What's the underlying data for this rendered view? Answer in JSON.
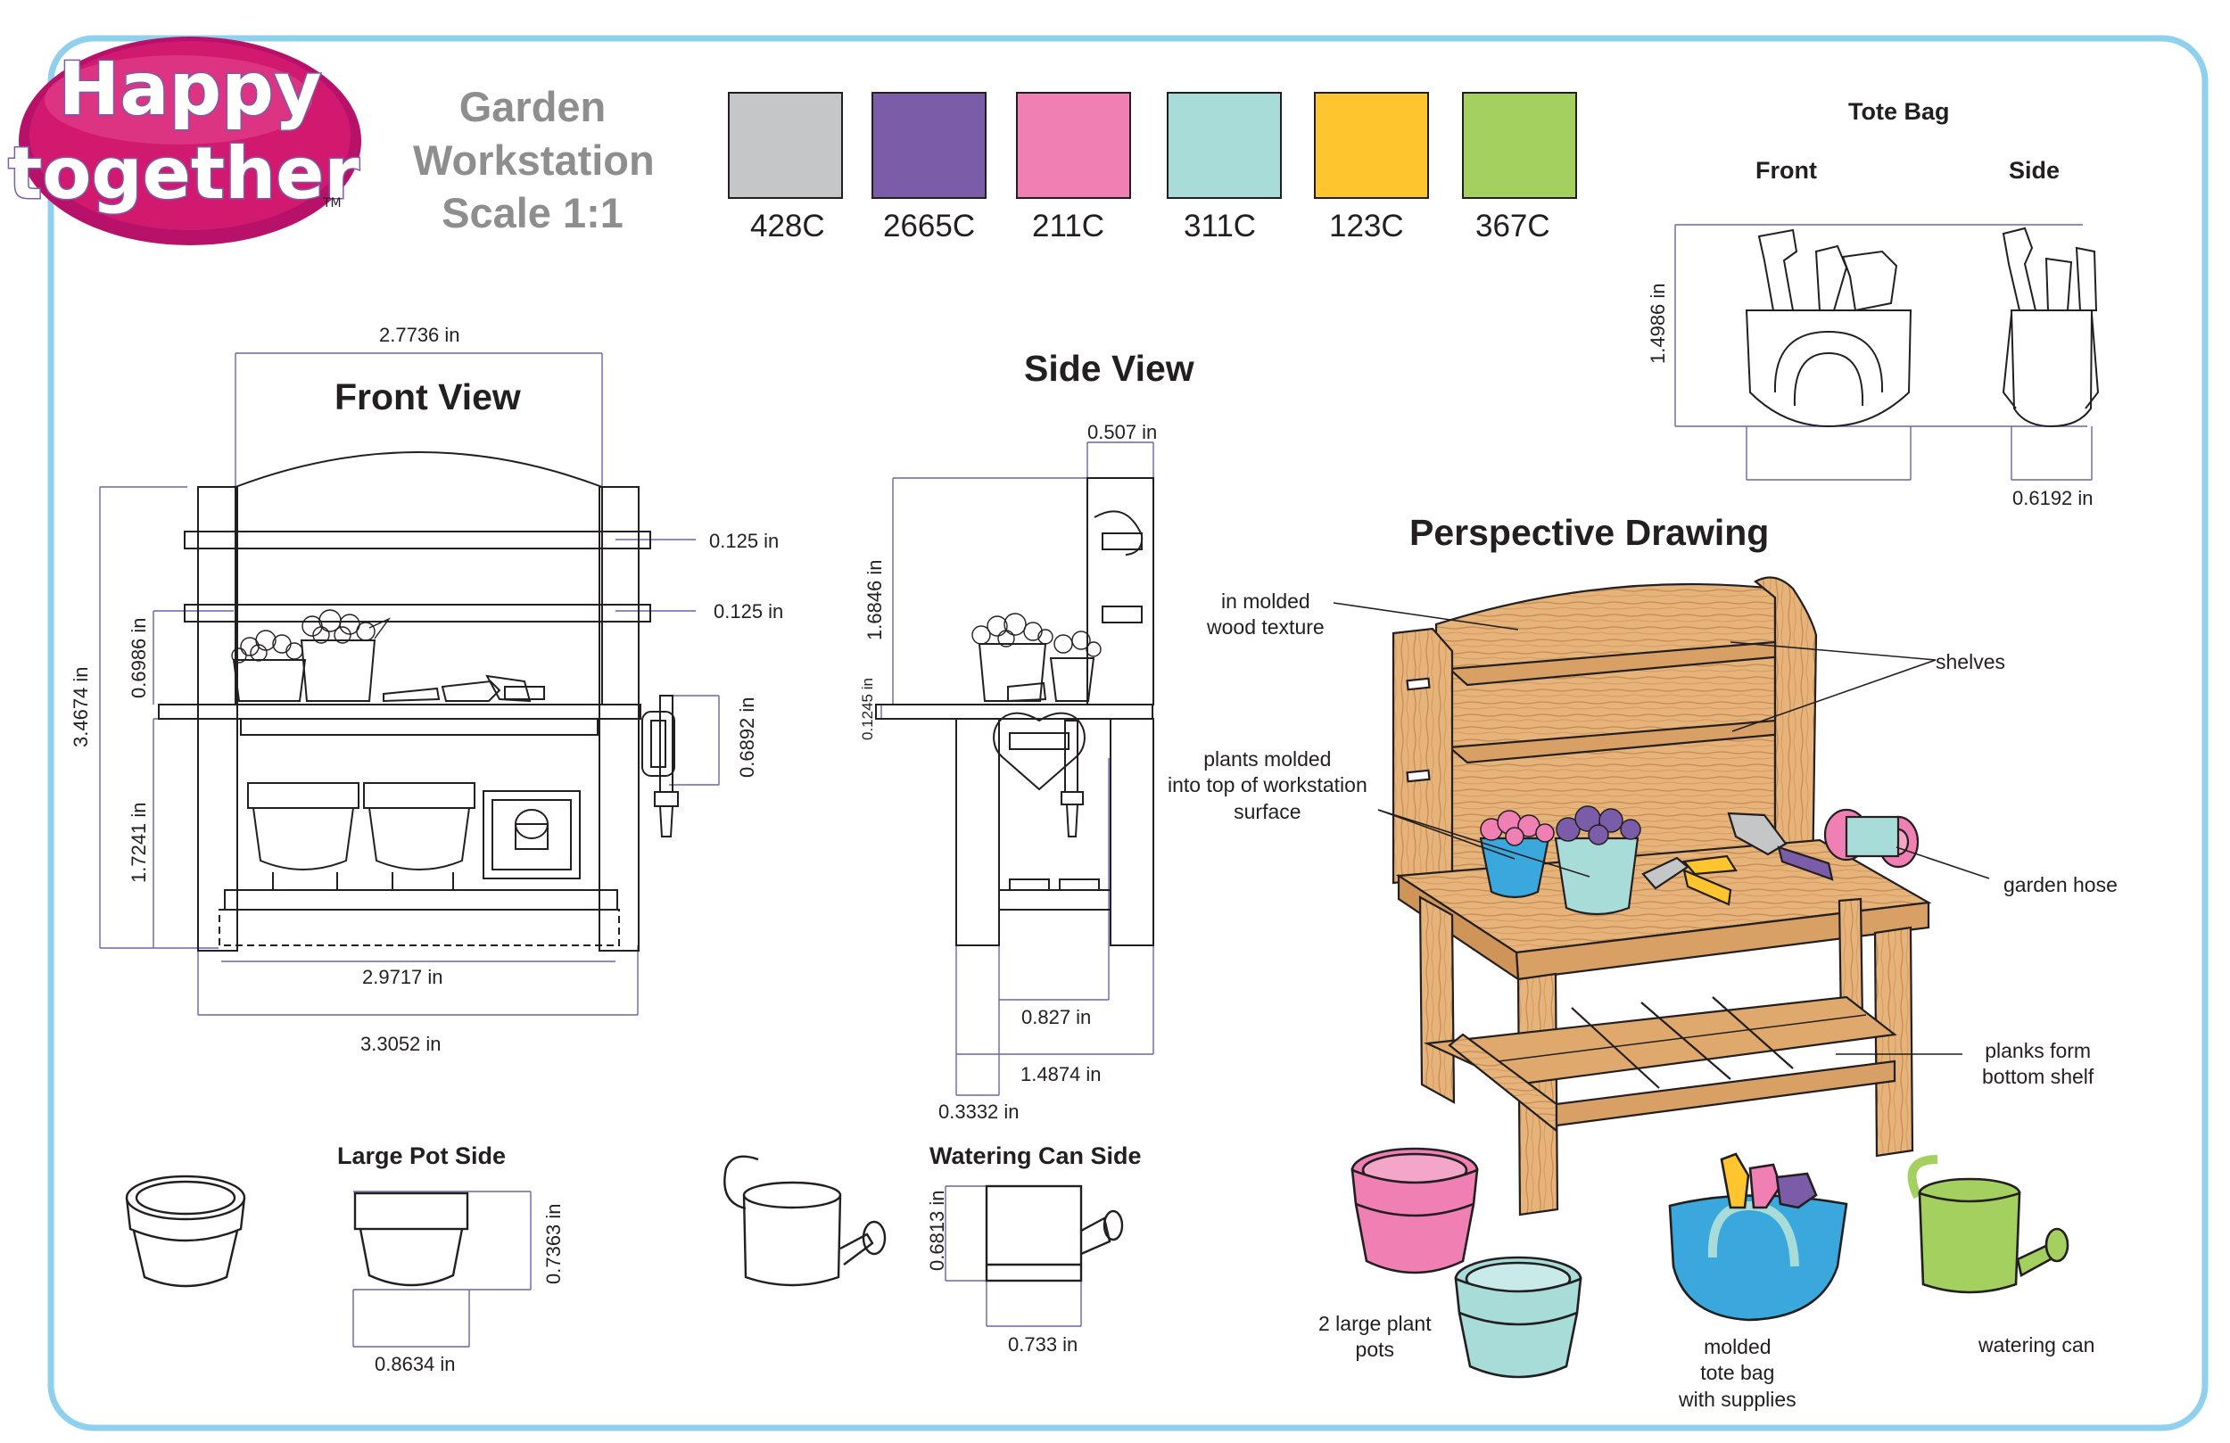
{
  "brand": {
    "logo_text": "Happy together",
    "trademark": "TM"
  },
  "header": {
    "title_lines": [
      "Garden",
      "Workstation",
      "Scale 1:1"
    ]
  },
  "swatches": [
    {
      "code": "428C",
      "color": "#c5c6c8"
    },
    {
      "code": "2665C",
      "color": "#7a5ca8"
    },
    {
      "code": "211C",
      "color": "#f07fb4"
    },
    {
      "code": "311C",
      "color": "#a8dcd9"
    },
    {
      "code": "123C",
      "color": "#fec52e"
    },
    {
      "code": "367C",
      "color": "#a4d05f"
    }
  ],
  "front_view": {
    "title": "Front View",
    "dims": {
      "top_width": "2.7736 in",
      "shelf_top": "0.125 in",
      "shelf_mid": "0.125 in",
      "overall_height": "3.4674 in",
      "upper_height": "0.6986 in",
      "lower_height": "1.7241 in",
      "hose": "0.6892 in",
      "inner_width": "2.9717 in",
      "overall_width": "3.3052 in"
    }
  },
  "side_view": {
    "title": "Side View",
    "dims": {
      "top_depth": "0.507 in",
      "back_height": "1.6846 in",
      "top_thickness": "0.1245 in",
      "leg_depth": "0.827 in",
      "overall_depth": "1.4874 in",
      "leg_width": "0.3332 in"
    }
  },
  "tote_bag": {
    "title": "Tote Bag",
    "front_label": "Front",
    "side_label": "Side",
    "height": "1.4986 in",
    "side_width": "0.6192 in"
  },
  "perspective": {
    "title": "Perspective Drawing",
    "callouts": {
      "wood": [
        "in molded",
        "wood texture"
      ],
      "plants": [
        "plants molded",
        "into top of workstation",
        "surface"
      ],
      "shelves": [
        "shelves"
      ],
      "hose": [
        "garden hose"
      ],
      "planks": [
        "planks form",
        "bottom shelf"
      ],
      "pots": [
        "2 large plant",
        "pots"
      ],
      "tote": [
        "molded",
        "tote bag",
        "with supplies"
      ],
      "can": [
        "watering can"
      ]
    }
  },
  "large_pot": {
    "title": "Large Pot Side",
    "height": "0.7363 in",
    "width": "0.8634 in"
  },
  "watering_can": {
    "title": "Watering Can Side",
    "height": "0.6813 in",
    "width": "0.733 in"
  },
  "colors": {
    "frame": "#8fd0ee",
    "logo_magenta": "#d11a6f",
    "wood": "#e6b37a",
    "wood_dark": "#c48a52",
    "dim_line": "#6c63a8",
    "pink": "#f07fb4",
    "aqua": "#a8dcd9",
    "purple": "#7a5ca8",
    "yellow": "#fec52e",
    "green": "#a4d05f",
    "blue": "#3aa8dc"
  }
}
